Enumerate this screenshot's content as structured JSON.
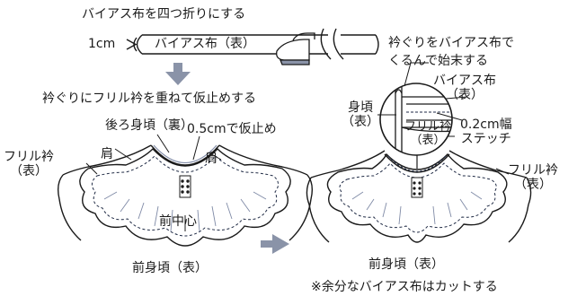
{
  "step1": {
    "instruction": "バイアス布を四つ折りにする",
    "width_label": "1cm",
    "strip_label": "バイアス布（表）"
  },
  "step2": {
    "instruction": "衿ぐりにフリル衿を重ねて仮止めする",
    "back_label": "後ろ身頃（裏）",
    "baste_label": "0.5cmで仮止め",
    "frill_label_1": "フリル衿",
    "frill_label_2": "（表）",
    "shoulder_left": "肩",
    "shoulder_right": "肩",
    "center_label": "前中心",
    "front_label": "前身頃（表）"
  },
  "step3": {
    "instruction_1": "衿ぐりをバイアス布で",
    "instruction_2": "くるんで始末する",
    "bias_label_1": "バイアス布",
    "bias_label_2": "（表）",
    "body_label_1": "身頃",
    "body_label_2": "（表）",
    "collar_label_1": "フリル衿",
    "collar_label_2": "（表）",
    "stitch_label_1": "0.2cm幅",
    "stitch_label_2": "ステッチ",
    "frill_label_1": "フリル衿",
    "frill_label_2": "（表）",
    "front_label": "前身頃（表）",
    "note": "※余分なバイアス布はカットする"
  },
  "colors": {
    "line": "#1f2a44",
    "accent": "#7f8aa6",
    "arrow": "#8a93a8",
    "outline": "#1a1a1a"
  }
}
